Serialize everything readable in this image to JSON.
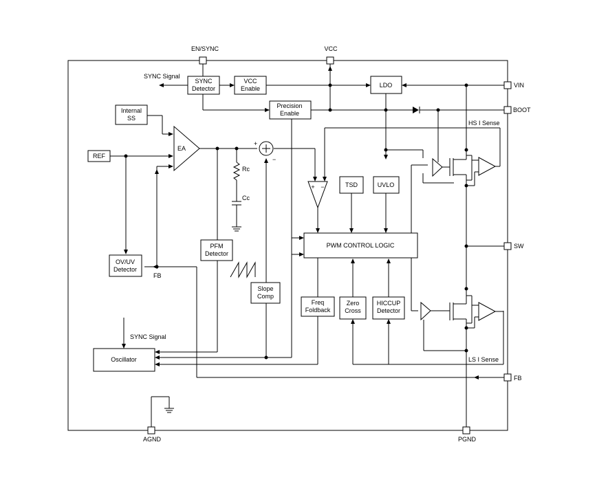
{
  "pins": {
    "en_sync": "EN/SYNC",
    "vcc": "VCC",
    "vin": "VIN",
    "boot": "BOOT",
    "sw": "SW",
    "fb": "FB",
    "agnd": "AGND",
    "pgnd": "PGND"
  },
  "blocks": {
    "sync_detector": [
      "SYNC",
      "Detector"
    ],
    "vcc_enable": [
      "VCC",
      "Enable"
    ],
    "ldo": "LDO",
    "precision_enable": [
      "Precision",
      "Enable"
    ],
    "internal_ss": [
      "Internal",
      "SS"
    ],
    "ref": "REF",
    "ea": "EA",
    "ovuv_detector": [
      "OV/UV",
      "Detector"
    ],
    "pfm_detector": [
      "PFM",
      "Detector"
    ],
    "slope_comp": [
      "Slope",
      "Comp"
    ],
    "oscillator": "Oscillator",
    "tsd": "TSD",
    "uvlo": "UVLO",
    "pwm_logic": "PWM CONTROL LOGIC",
    "freq_foldback": [
      "Freq",
      "Foldback"
    ],
    "zero_cross": [
      "Zero",
      "Cross"
    ],
    "hiccup_detector": [
      "HICCUP",
      "Detector"
    ]
  },
  "labels": {
    "sync_signal_out": "SYNC Signal",
    "sync_signal_in": "SYNC Signal",
    "hs_sense": "HS I Sense",
    "ls_sense": "LS I Sense",
    "rc": "Rc",
    "cc": "Cc",
    "fb_internal": "FB",
    "plus": "+",
    "minus": "−",
    "comp_plus": "+",
    "comp_minus": "−"
  }
}
